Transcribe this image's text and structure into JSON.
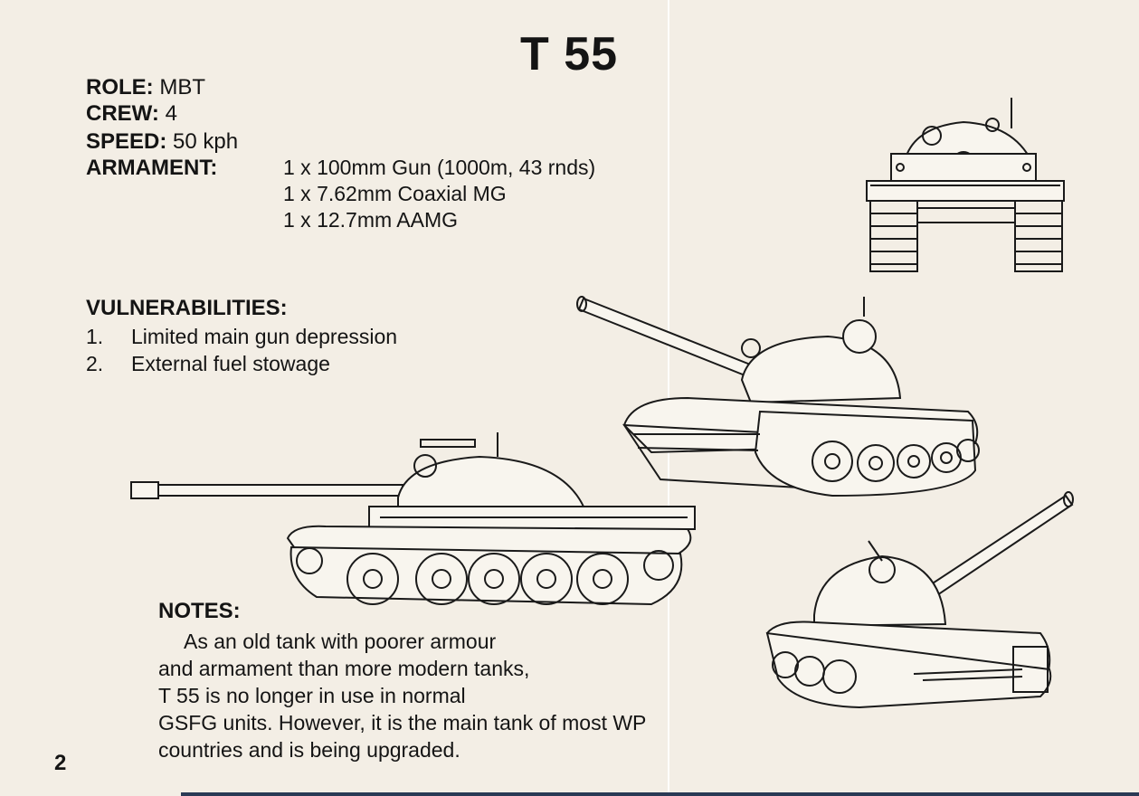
{
  "title": "T 55",
  "specs": {
    "role_label": "ROLE:",
    "role_value": "MBT",
    "crew_label": "CREW:",
    "crew_value": "4",
    "speed_label": "SPEED:",
    "speed_value": "50 kph",
    "armament_label": "ARMAMENT:",
    "armament": [
      "1 x 100mm Gun (1000m, 43 rnds)",
      "1 x 7.62mm Coaxial MG",
      "1 x 12.7mm AAMG"
    ]
  },
  "vulnerabilities": {
    "heading": "VULNERABILITIES:",
    "items": [
      {
        "num": "1.",
        "text": "Limited main gun depression"
      },
      {
        "num": "2.",
        "text": "External fuel stowage"
      }
    ]
  },
  "notes": {
    "heading": "NOTES:",
    "lines": [
      "As an old tank with poorer armour",
      "and armament than more modern tanks,",
      "T 55 is no longer in use in normal",
      "GSFG units. However, it is the main tank of most WP",
      "countries and is being upgraded."
    ]
  },
  "page_number": "2",
  "illustrations": [
    {
      "name": "tank-front-view-icon"
    },
    {
      "name": "tank-three-quarter-view-icon"
    },
    {
      "name": "tank-side-view-icon"
    },
    {
      "name": "tank-rear-view-icon"
    }
  ]
}
